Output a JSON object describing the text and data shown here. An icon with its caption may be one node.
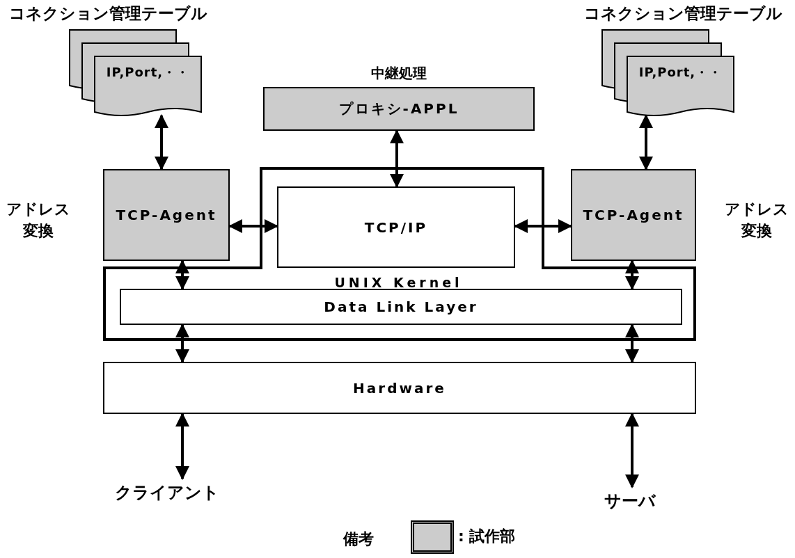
{
  "diagram": {
    "nodes": [
      {
        "text": [
          "コネクション管理テーブル",
          "IP,Port,・・"
        ]
      },
      {
        "text": [
          "中継処理",
          "プロキシ-APPL"
        ]
      },
      {
        "text": [
          "コネクション管理テーブル",
          "IP,Port,・・"
        ]
      },
      {
        "text": [
          "UNIX Kernel"
        ]
      },
      {
        "text": [
          "TCP-Agent"
        ],
        "beside": [
          "アドレス変換"
        ]
      },
      {
        "text": [
          "TCP/IP"
        ],
        "in": 3
      },
      {
        "text": [
          "TCP-Agent"
        ],
        "beside": [
          "アドレス変換"
        ]
      },
      {
        "text": [
          "Data Link Layer"
        ],
        "in": 3
      },
      {
        "text": [
          "Hardware"
        ]
      },
      {
        "text": [
          "クライアント"
        ]
      },
      {
        "text": [
          "サーバ"
        ]
      }
    ],
    "edges": [
      {
        "from": 0,
        "to": 4,
        "arrow": "both"
      },
      {
        "from": 1,
        "to": 5,
        "arrow": "both"
      },
      {
        "from": 2,
        "to": 6,
        "arrow": "both"
      },
      {
        "from": 4,
        "to": 5,
        "arrow": "both"
      },
      {
        "from": 5,
        "to": 6,
        "arrow": "both"
      },
      {
        "from": 4,
        "to": 7,
        "arrow": "both"
      },
      {
        "from": 6,
        "to": 7,
        "arrow": "both"
      },
      {
        "from": 7,
        "to": 8,
        "arrow": "both"
      },
      {
        "from": 7,
        "to": 8,
        "arrow": "both"
      },
      {
        "from": 8,
        "to": 9,
        "arrow": "both"
      },
      {
        "from": 8,
        "to": 10,
        "arrow": "both"
      }
    ],
    "labels": [
      "備考"
    ],
    "legend": [
      {
        "text": ": 試作部",
        "color": "#cccccc"
      }
    ]
  }
}
